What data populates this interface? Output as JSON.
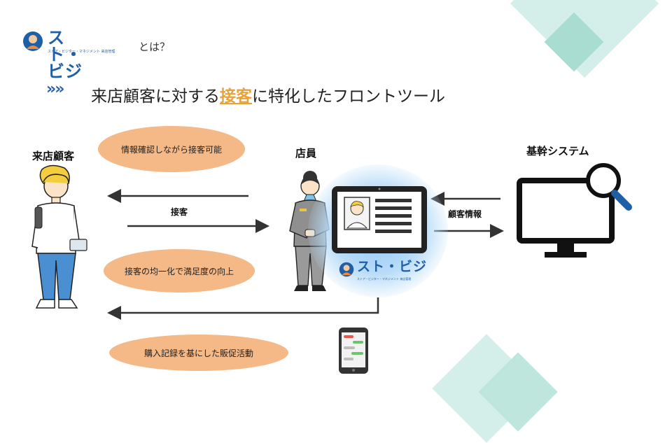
{
  "logo": {
    "text": "スト・ビジ",
    "subtitle": "ストア・ビジター・マネジメント 来店管理"
  },
  "heading_suffix": "とは？",
  "headline": {
    "chevrons": "»»",
    "before": "来店顧客に対する",
    "highlight": "接客",
    "after": "に特化したフロントツール"
  },
  "actors": {
    "customer": "来店顧客",
    "staff": "店員",
    "core_system": "基幹システム"
  },
  "bubbles": {
    "info_check": "情報確認しながら接客可能",
    "uniform_service": "接客の均一化で満足度の向上",
    "sales_promo": "購入記録を基にした販促活動"
  },
  "arrow_labels": {
    "service": "接客",
    "customer_info": "顧客情報"
  },
  "tablet_logo": {
    "text": "スト・ビジ",
    "subtitle": "ストア・ビジター・マネジメント 来店管理"
  },
  "colors": {
    "brand_blue": "#1f5fa8",
    "bubble_orange": "#f5b887",
    "highlight_orange": "#e8a23a",
    "deco_teal": "#bfe6dd",
    "glow_blue": "#9ccbf2"
  },
  "icons": [
    "chevrons-icon",
    "person-icon",
    "staff-icon",
    "tablet-icon",
    "monitor-search-icon",
    "smartphone-icon",
    "logo-icon"
  ]
}
